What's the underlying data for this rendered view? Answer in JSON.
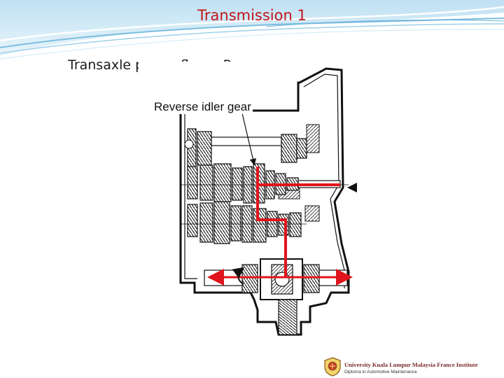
{
  "slide": {
    "title": "Transmission 1",
    "subtitle": "Transaxle power flow – Reverse"
  },
  "diagram": {
    "label": "Reverse idler gear",
    "flow_color": "#e0141c"
  },
  "footer": {
    "organization": "University Kuala Lumpur Malaysia France Institute",
    "department": "Diploma in Automotive Maintenance"
  },
  "colors": {
    "title": "#c0161b",
    "header_band": "#8ec7e6"
  }
}
